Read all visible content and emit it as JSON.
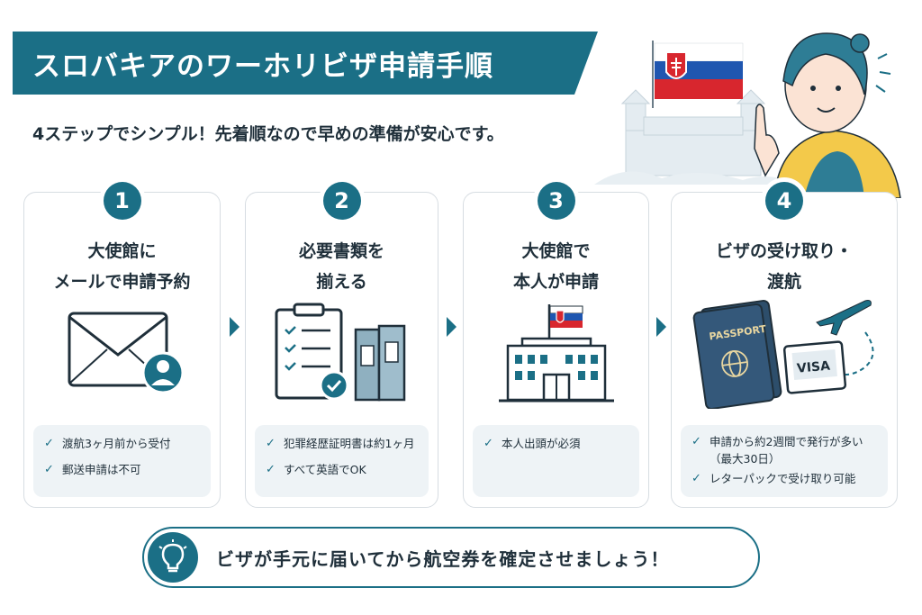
{
  "header": {
    "title": "スロバキアのワーホリビザ申請手順",
    "subtitle": "4ステップでシンプル！先着順なので早めの準備が安心です。"
  },
  "steps": [
    {
      "number": "1",
      "title_lines": [
        "大使館に",
        "メールで申請予約"
      ],
      "illustration": "envelope-with-user-icon",
      "checks": [
        "渡航3ヶ月前から受付",
        "郵送申請は不可"
      ]
    },
    {
      "number": "2",
      "title_lines": [
        "必要書類を",
        "揃える"
      ],
      "illustration": "clipboard-and-binders-icon",
      "checks": [
        "犯罪経歴証明書は約1ヶ月",
        "すべて英語でOK"
      ]
    },
    {
      "number": "3",
      "title_lines": [
        "大使館で",
        "本人が申請"
      ],
      "illustration": "embassy-building-icon",
      "checks": [
        "本人出頭が必須"
      ]
    },
    {
      "number": "4",
      "title_lines": [
        "ビザの受け取り・",
        "渡航"
      ],
      "illustration": "passport-visa-plane-icon",
      "checks": [
        "申請から約2週間で発行が多い",
        "（最大30日）",
        "レターパックで受け取り可能"
      ]
    }
  ],
  "illustration_labels": {
    "passport": "PASSPORT",
    "visa": "VISA"
  },
  "tip": {
    "icon": "lightbulb-icon",
    "text": "ビザが手元に届いてから航空券を確定させましょう！"
  },
  "colors": {
    "accent": "#1b6f86",
    "card_border": "#d7dde2",
    "check_bg": "#eef3f6",
    "text": "#1f2f3a",
    "flag_white": "#ffffff",
    "flag_blue": "#1f56b0",
    "flag_red": "#d8262e",
    "person_jacket": "#f3c94a"
  }
}
